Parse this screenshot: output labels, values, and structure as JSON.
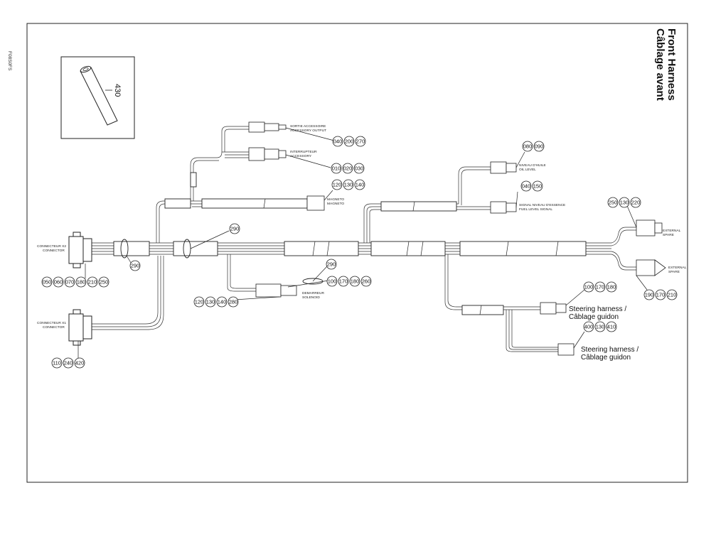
{
  "doc_number": "F08S0FS",
  "title": {
    "line1": "Front Harness",
    "line2": "Câblage avant"
  },
  "inset_part": "430",
  "callouts": {
    "c_040_200_270": [
      "040",
      "200",
      "270"
    ],
    "c_010_020_030": [
      "010",
      "020",
      "030"
    ],
    "c_120_130_140_top": [
      "120",
      "130",
      "140"
    ],
    "c_080_090": [
      "080",
      "090"
    ],
    "c_040_150": [
      "040",
      "150"
    ],
    "c_290_top": [
      "290"
    ],
    "c_290_left": [
      "290"
    ],
    "c_290_mid": [
      "290"
    ],
    "c_050_row": [
      "050",
      "060",
      "070",
      "180",
      "210",
      "250"
    ],
    "c_110_row": [
      "110",
      "240",
      "420"
    ],
    "c_100_170_180_260": [
      "100",
      "170",
      "180",
      "260"
    ],
    "c_120_130_140_280": [
      "120",
      "130",
      "140",
      "280"
    ],
    "c_250_130_220": [
      "250",
      "130",
      "220"
    ],
    "c_190_170_210": [
      "190",
      "170",
      "210"
    ],
    "c_100_170_180": [
      "100",
      "170",
      "180"
    ],
    "c_400_130_410": [
      "400",
      "130",
      "410"
    ]
  },
  "labels": {
    "connector_x2": [
      "CONNECTEUR X2",
      "CONNECTOR"
    ],
    "connector_x1": [
      "CONNECTEUR X1",
      "CONNECTOR"
    ],
    "sortie_accessoire": [
      "SORTIE ACCESSOIRE",
      "ACCESSORY OUTPUT"
    ],
    "interrupteur": [
      "INTERRUPTEUR",
      "ACCESSORY"
    ],
    "magneto": [
      "MAGNETO",
      "MAGNETO"
    ],
    "niveau_huile": [
      "NIVEAU D'HUILE",
      "OIL LEVEL"
    ],
    "fuel_level": [
      "SIGNAL NIVEAU D'ESSENCE",
      "FUEL LEVEL SIGNAL"
    ],
    "demarreur": [
      "DEMARREUR",
      "SOLENOID"
    ],
    "steering1": [
      "Steering harness /",
      "Câblage guidon"
    ],
    "steering2": [
      "Steering harness /",
      "Câblage guidon"
    ],
    "right_conn_top": [
      "EXTERNAL",
      "SPARE"
    ],
    "right_conn_bottom": [
      "EXTERNAL",
      "SPARE"
    ]
  }
}
